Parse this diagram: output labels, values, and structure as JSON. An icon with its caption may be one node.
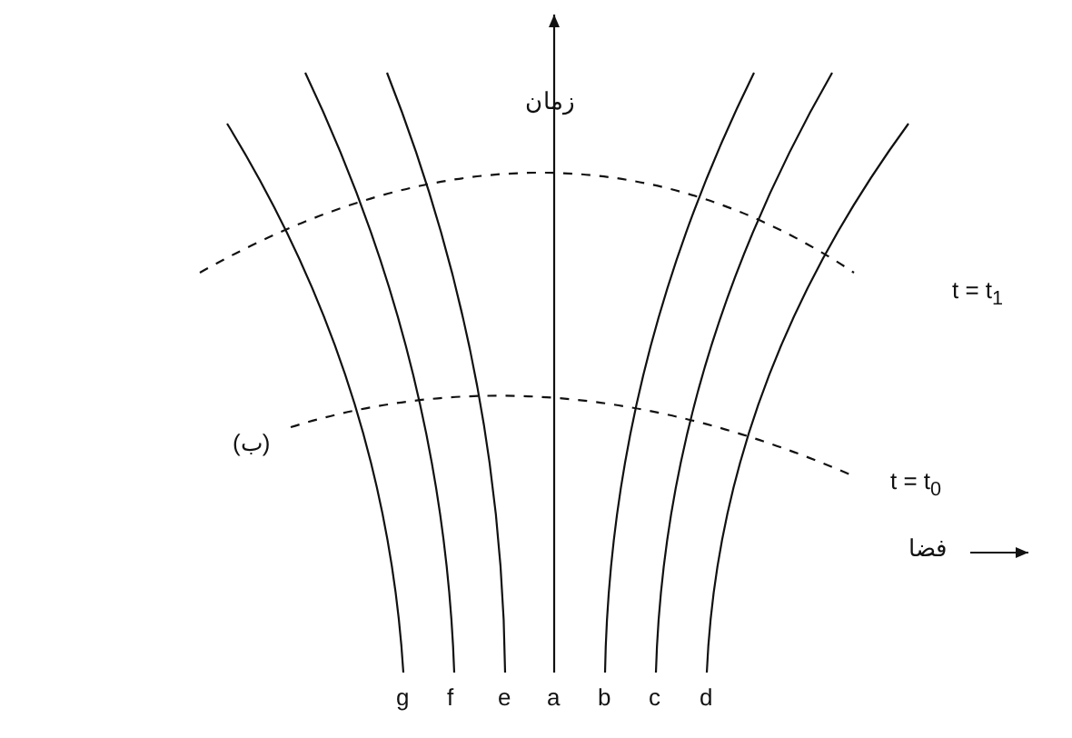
{
  "diagram": {
    "labels": [
      "زمان",
      "t = t$_{1}$",
      "(ب)",
      "t = t$_{0}$",
      "فضا",
      "g",
      "f",
      "e",
      "a",
      "b",
      "c",
      "d"
    ]
  }
}
